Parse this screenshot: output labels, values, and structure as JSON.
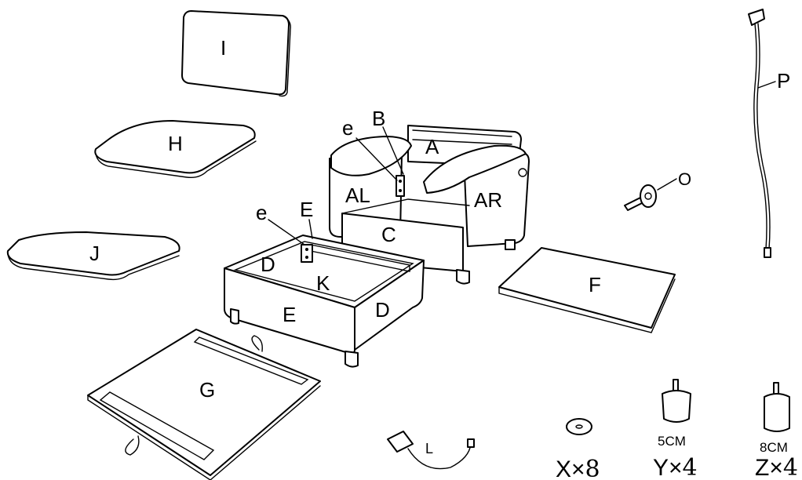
{
  "parts": {
    "I": "I",
    "H": "H",
    "J": "J",
    "A": "A",
    "AL": "AL",
    "AR": "AR",
    "B": "B",
    "e": "e",
    "C": "C",
    "D": "D",
    "E": "E",
    "K": "K",
    "F": "F",
    "G": "G",
    "O": "O",
    "P": "P",
    "L": "L"
  },
  "hardware": {
    "x": {
      "letter": "X",
      "times": "×",
      "count": "8"
    },
    "y": {
      "letter": "Y",
      "times": "×",
      "count": "4",
      "size": "5CM"
    },
    "z": {
      "letter": "Z",
      "times": "×",
      "count": "4",
      "size": "8CM"
    }
  }
}
